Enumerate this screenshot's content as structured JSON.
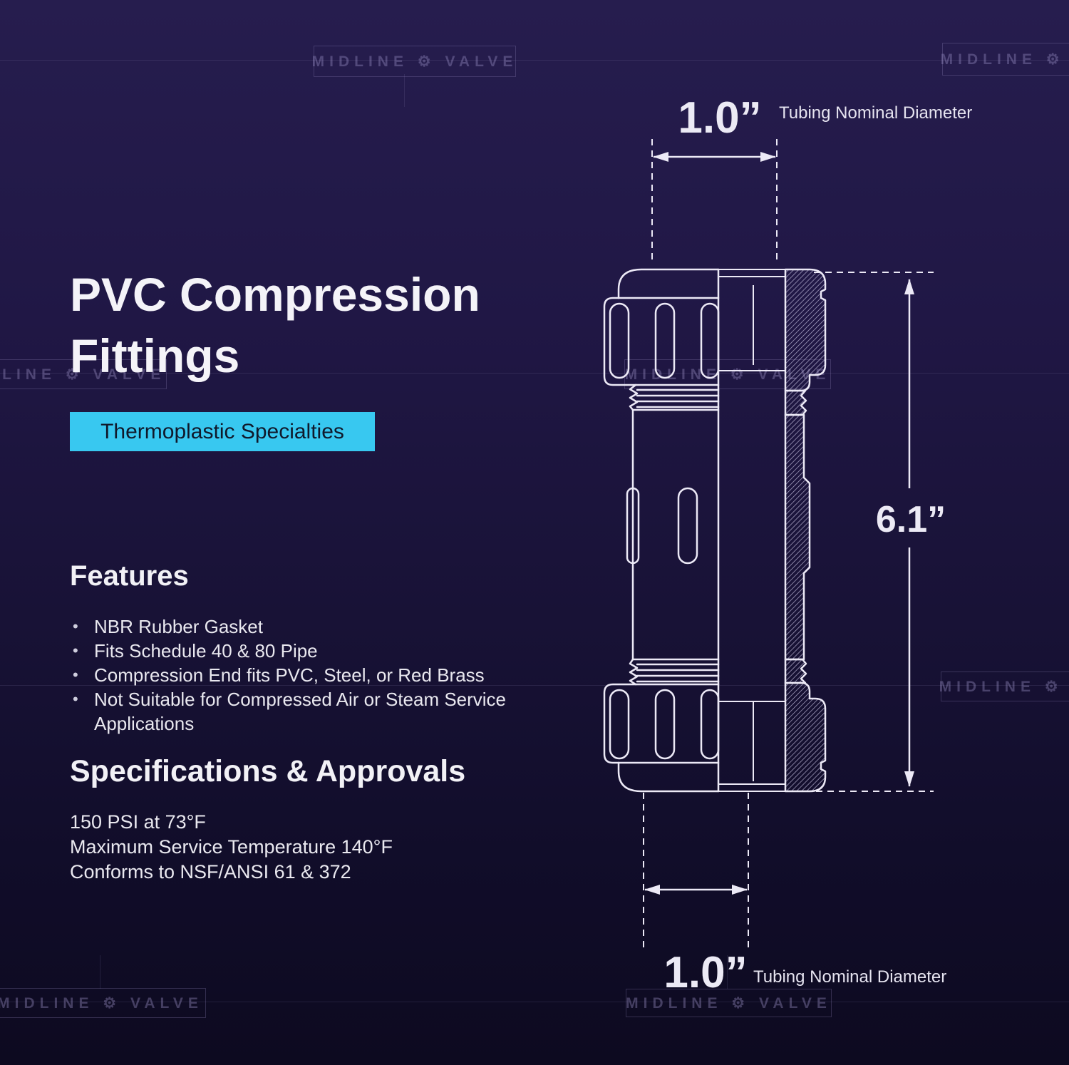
{
  "watermark": {
    "text": "MIDLINE ⚙ VALVE"
  },
  "colors": {
    "background_top": "#261d4e",
    "background_bottom": "#0d0a20",
    "badge_background": "#38c8f0",
    "badge_text": "#10192b",
    "drawing_line": "#ece9f6"
  },
  "left_panel": {
    "title_line1": "PVC Compression",
    "title_line2": "Fittings",
    "badge_label": "Thermoplastic Specialties",
    "features": {
      "heading": "Features",
      "items": [
        "NBR Rubber Gasket",
        "Fits Schedule 40 & 80 Pipe",
        "Compression End fits PVC, Steel, or Red Brass",
        "Not Suitable for Compressed Air or Steam Service Applications"
      ]
    },
    "specifications": {
      "heading": "Specifications & Approvals",
      "items": [
        "150 PSI at 73°F",
        "Maximum Service Temperature 140°F",
        "Conforms to NSF/ANSI 61 & 372"
      ]
    }
  },
  "diagram": {
    "top_dimension": {
      "value": "1.0”",
      "label": "Tubing Nominal Diameter"
    },
    "height_dimension": {
      "value": "6.1”"
    },
    "bottom_dimension": {
      "value": "1.0”",
      "label": "Tubing Nominal Diameter"
    }
  }
}
